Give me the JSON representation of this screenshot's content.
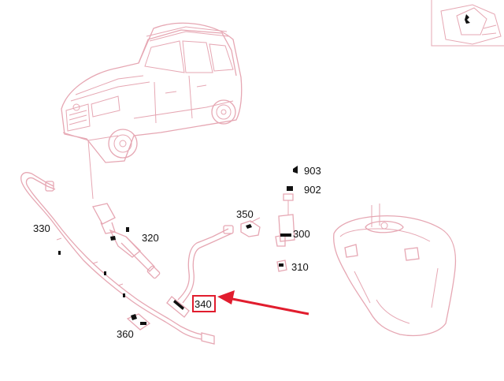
{
  "labels": {
    "p903": "903",
    "p902": "902",
    "p350": "350",
    "p300": "300",
    "p330": "330",
    "p320": "320",
    "p310": "310",
    "p340": "340",
    "p360": "360"
  },
  "colors": {
    "outline": "#e6a7b3",
    "callout": "#e11d2e",
    "ink": "#111111"
  },
  "icons": {
    "callout_arrow": "arrow-left-icon"
  }
}
